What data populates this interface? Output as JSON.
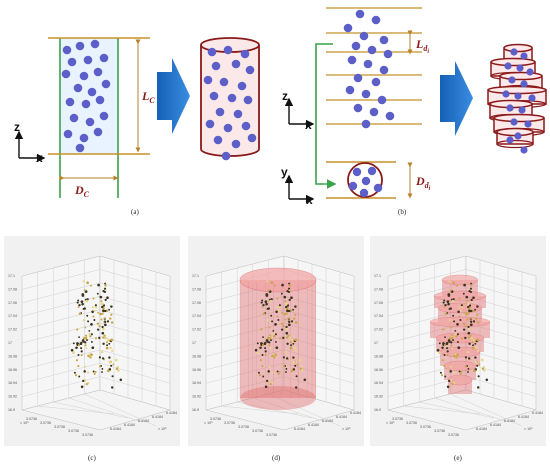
{
  "colors": {
    "particle": "#5b5fc7",
    "bound_line": "#c8922a",
    "cylinder": "#8b1a1a",
    "arrow": "#1f6fc4",
    "wall_green": "#3aa24a",
    "cyl_fill": "#e07070"
  },
  "panel_a": {
    "caption": "(a)",
    "dim_length": {
      "main": "L",
      "sub": "C"
    },
    "dim_diameter": {
      "main": "D",
      "sub": "C"
    },
    "axes": {
      "vertical": "z",
      "horizontal": "x"
    }
  },
  "panel_b": {
    "caption": "(b)",
    "dim_length": {
      "main": "L",
      "sub": "d",
      "subsub": "i"
    },
    "dim_diameter": {
      "main": "D",
      "sub": "d",
      "subsub": "i"
    },
    "axes_top": {
      "vertical": "z",
      "horizontal": "x"
    },
    "axes_bottom": {
      "vertical": "y",
      "horizontal": "x"
    }
  },
  "plots": [
    {
      "caption": "(c)",
      "overlay": "none"
    },
    {
      "caption": "(d)",
      "overlay": "cylinder"
    },
    {
      "caption": "(e)",
      "overlay": "stacked-disks"
    }
  ],
  "plot_ticks": {
    "z": [
      "17.1",
      "17.08",
      "17.06",
      "17.04",
      "17.02",
      "17",
      "16.98",
      "16.96",
      "16.94",
      "16.92",
      "16.9"
    ],
    "y": [
      "3.0736",
      "3.0736",
      "3.0736",
      "3.0736",
      "3.0736"
    ],
    "x": [
      "6.4184",
      "6.4184",
      "6.4184",
      "6.4184",
      "6.4184"
    ],
    "x_exp": "× 10⁵",
    "y_exp": "× 10⁶"
  }
}
